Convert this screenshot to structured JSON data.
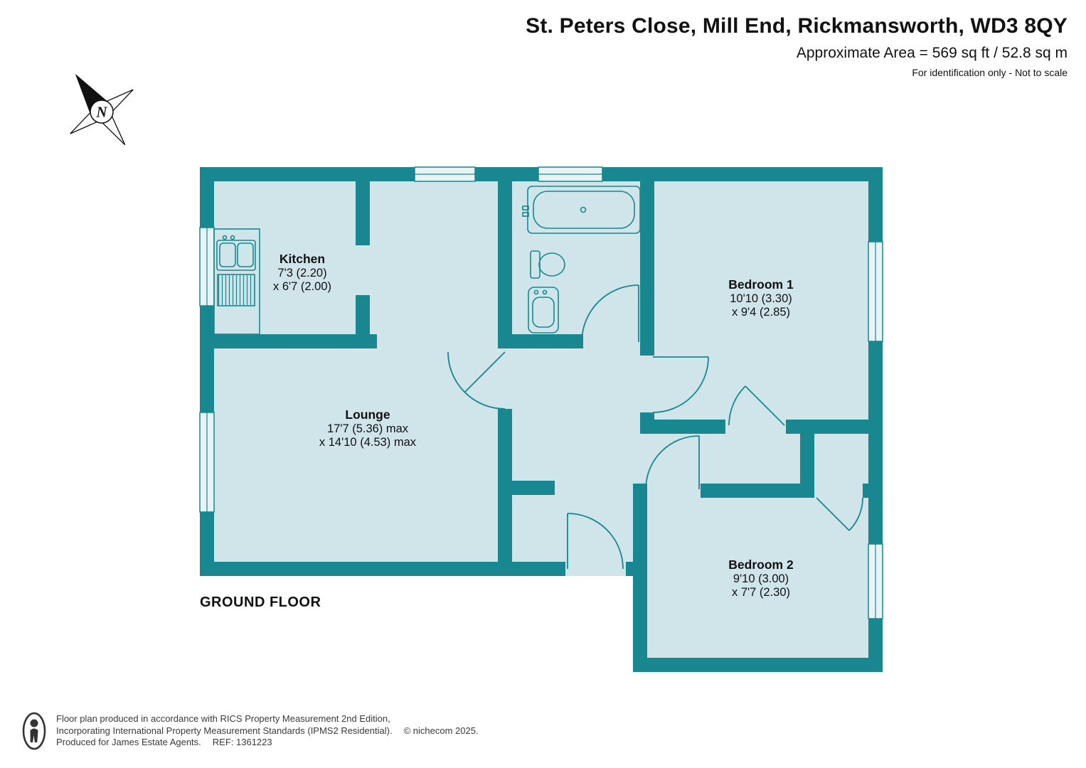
{
  "header": {
    "title": "St. Peters Close, Mill End, Rickmansworth, WD3 8QY",
    "area_line": "Approximate Area = 569 sq ft / 52.8 sq m",
    "disclaimer": "For identification only - Not to scale"
  },
  "compass": {
    "label": "N"
  },
  "floor": {
    "label": "GROUND FLOOR"
  },
  "rooms": {
    "kitchen": {
      "name": "Kitchen",
      "dim1": "7'3 (2.20)",
      "dim2": "x 6'7 (2.00)"
    },
    "lounge": {
      "name": "Lounge",
      "dim1": "17'7 (5.36) max",
      "dim2": "x 14'10 (4.53) max"
    },
    "bedroom1": {
      "name": "Bedroom 1",
      "dim1": "10'10 (3.30)",
      "dim2": "x 9'4 (2.85)"
    },
    "bedroom2": {
      "name": "Bedroom 2",
      "dim1": "9'10 (3.00)",
      "dim2": "x 7'7 (2.30)"
    }
  },
  "footer": {
    "line1": "Floor plan produced in accordance with RICS Property Measurement 2nd Edition,",
    "line2": "Incorporating International Property Measurement Standards (IPMS2 Residential).",
    "copyright": "© nichecom 2025.",
    "line3a": "Produced for James Estate Agents.",
    "line3b": "REF: 1361223"
  },
  "colors": {
    "wall": "#18878f",
    "floor": "#cfe5ea",
    "window": "#e8f3f6",
    "text": "#111111"
  }
}
